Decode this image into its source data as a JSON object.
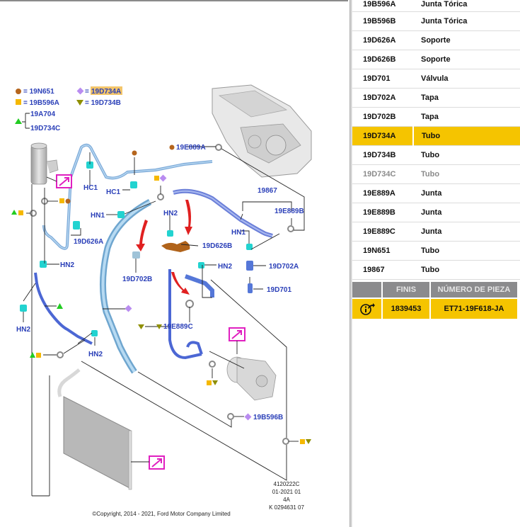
{
  "legend": {
    "items": [
      {
        "symbol": "circle",
        "color": "#b5651d",
        "code": "19N651"
      },
      {
        "symbol": "diamond",
        "color": "#b98cf0",
        "code": "19D734A",
        "highlighted": true
      },
      {
        "symbol": "square",
        "color": "#f5b800",
        "code": "19B596A"
      },
      {
        "symbol": "triangle-down",
        "color": "#8f8f00",
        "code": "19D734B"
      },
      {
        "symbol": "triangle-up",
        "color": "#22cc22",
        "codes": [
          "19A704",
          "19D734C"
        ]
      }
    ]
  },
  "diagram": {
    "callouts": {
      "e889a": "19E889A",
      "hc1_a": "HC1",
      "hc1_b": "HC1",
      "hn1_a": "HN1",
      "hn2_top": "HN2",
      "d626a": "19D626A",
      "hn2_left": "HN2",
      "n19867": "19867",
      "e889b": "19E889B",
      "hn1_b": "HN1",
      "d626b": "19D626B",
      "d702b": "19D702B",
      "hn2_mid": "HN2",
      "d702a": "19D702A",
      "d701": "19D701",
      "hn2_low": "HN2",
      "hn2_low2": "HN2",
      "e889c": "19E889C",
      "b596b": "19B596B"
    },
    "info_block": [
      "4120222C",
      "01-2021 01",
      "4A",
      "K 0294631 07"
    ],
    "copyright": "©Copyright, 2014 - 2021, Ford Motor Company Limited",
    "colors": {
      "pipe_light": "#8fc0e0",
      "pipe_dark": "#5577d8",
      "clip": "#22d3d0",
      "arrow": "#e02020",
      "link_box": "#e020c0"
    }
  },
  "parts_table": {
    "rows": [
      {
        "code": "19B596A",
        "desc": "Junta Tórica"
      },
      {
        "code": "19B596B",
        "desc": "Junta Tórica"
      },
      {
        "code": "19D626A",
        "desc": "Soporte"
      },
      {
        "code": "19D626B",
        "desc": "Soporte"
      },
      {
        "code": "19D701",
        "desc": "Válvula"
      },
      {
        "code": "19D702A",
        "desc": "Tapa"
      },
      {
        "code": "19D702B",
        "desc": "Tapa"
      },
      {
        "code": "19D734A",
        "desc": "Tubo",
        "selected": true
      },
      {
        "code": "19D734B",
        "desc": "Tubo"
      },
      {
        "code": "19D734C",
        "desc": "Tubo",
        "dimmed": true
      },
      {
        "code": "19E889A",
        "desc": "Junta"
      },
      {
        "code": "19E889B",
        "desc": "Junta"
      },
      {
        "code": "19E889C",
        "desc": "Junta"
      },
      {
        "code": "19N651",
        "desc": "Tubo"
      },
      {
        "code": "19867",
        "desc": "Tubo"
      }
    ],
    "selected_color": "#f5c400"
  },
  "part_detail": {
    "headers": {
      "icon": "",
      "finis": "FINIS",
      "part_number": "NÚMERO DE PIEZA"
    },
    "row": {
      "icon": "info-link-icon",
      "finis": "1839453",
      "part_number": "ET71-19F618-JA"
    }
  }
}
